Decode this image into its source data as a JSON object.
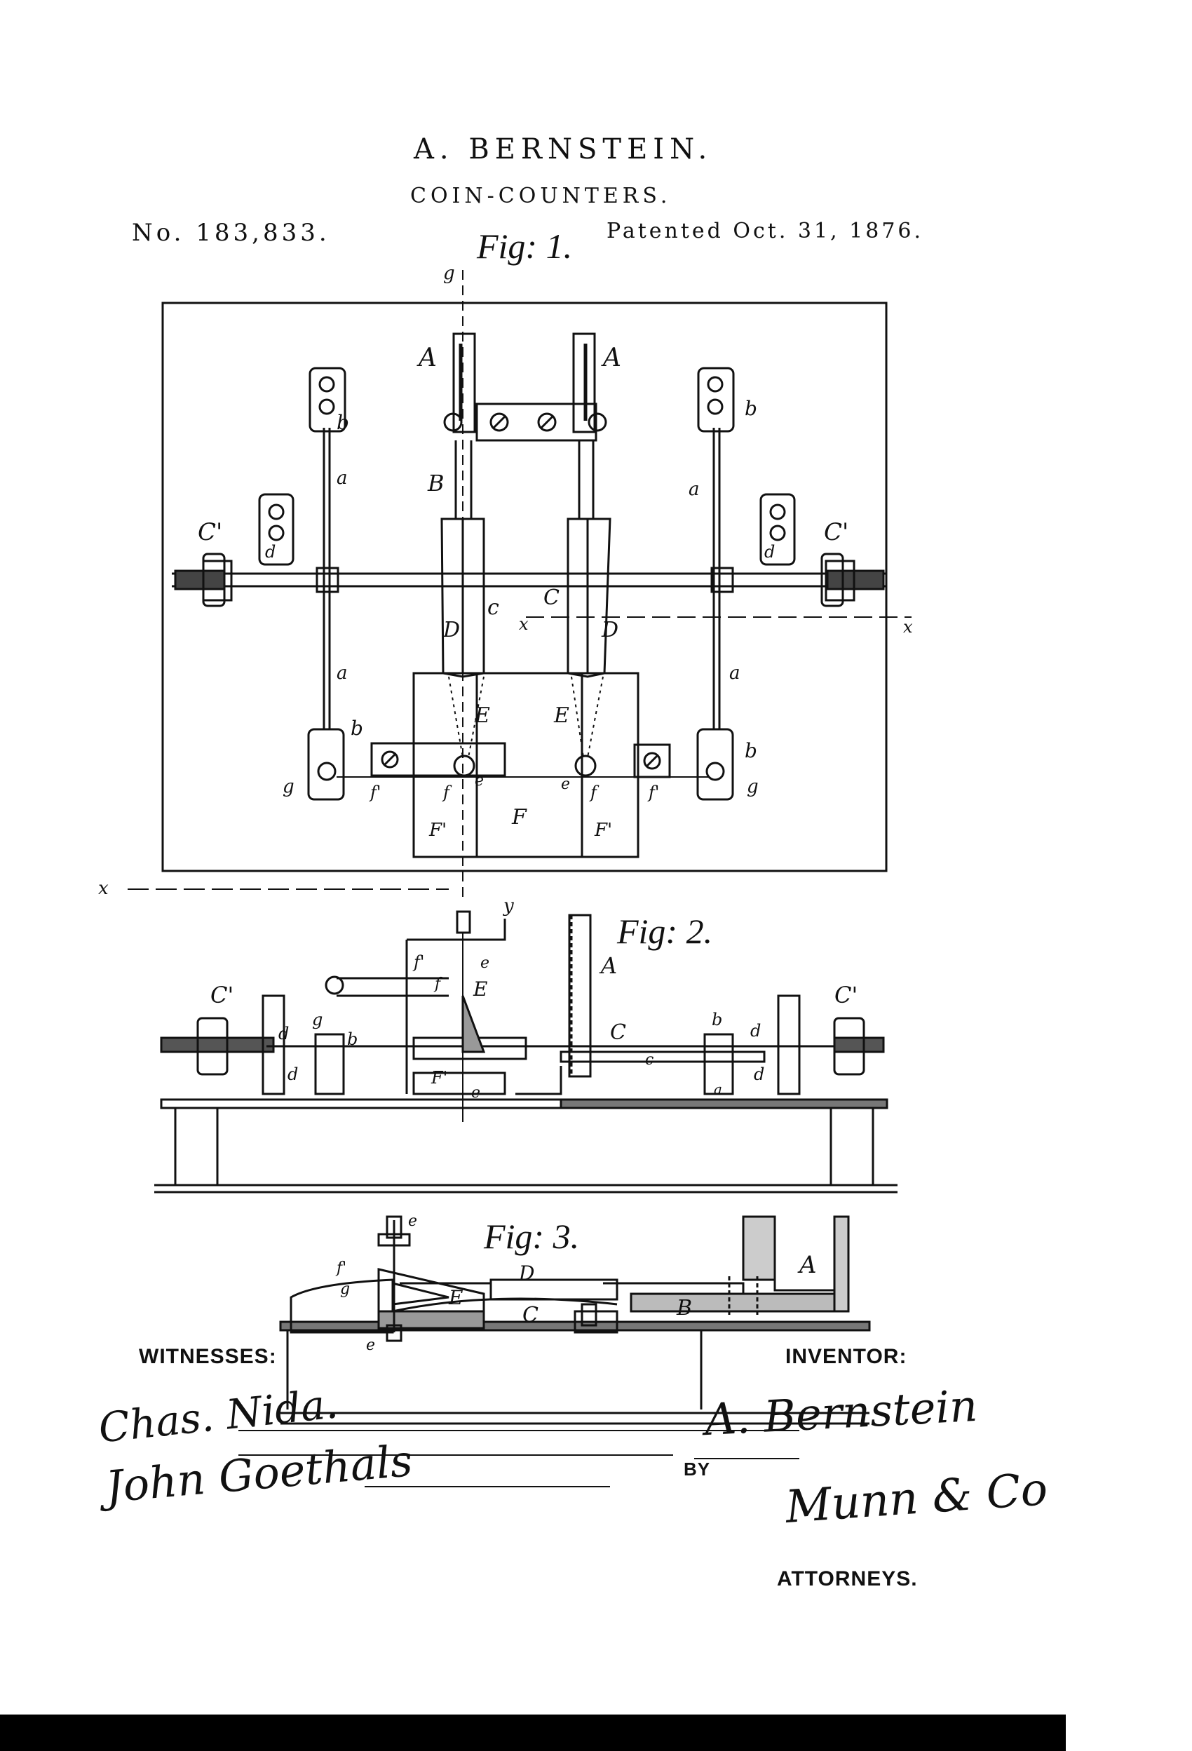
{
  "header": {
    "inventor_name": "A. BERNSTEIN.",
    "title": "COIN-COUNTERS.",
    "patent_number": "No. 183,833.",
    "patent_date": "Patented Oct. 31, 1876."
  },
  "figures": {
    "fig1_caption": "Fig: 1.",
    "fig2_caption": "Fig: 2.",
    "fig3_caption": "Fig: 3."
  },
  "labels": {
    "A": "A",
    "B": "B",
    "C": "C",
    "C_prime": "C'",
    "D": "D",
    "E": "E",
    "F": "F",
    "F_prime": "F'",
    "a": "a",
    "b": "b",
    "c": "c",
    "d": "d",
    "e": "e",
    "f": "f",
    "f_prime": "f'",
    "g": "g",
    "x": "x",
    "y": "y"
  },
  "footer": {
    "witnesses_label": "WITNESSES:",
    "witness_1": "Chas. Nida.",
    "witness_2": "John Goethals",
    "inventor_label": "INVENTOR:",
    "inventor_signature": "A. Bernstein",
    "by_label": "BY",
    "attorney_signature": "Munn & Co",
    "attorneys_label": "ATTORNEYS."
  }
}
